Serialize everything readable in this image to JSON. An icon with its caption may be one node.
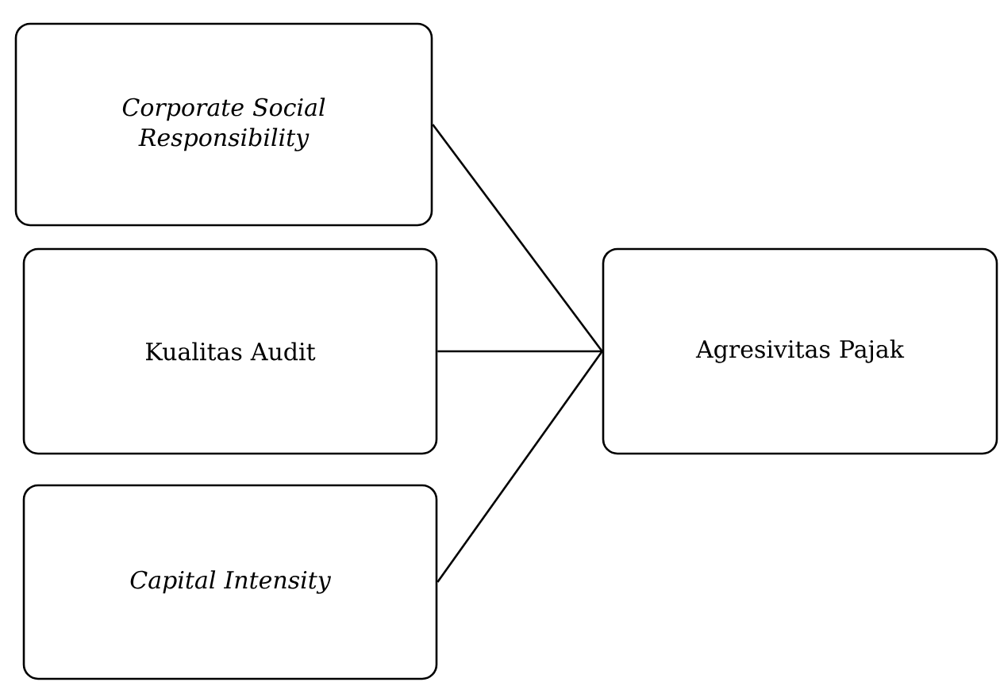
{
  "diagram": {
    "nodes": [
      {
        "text": [
          "Corporate Social Responsibility"
        ]
      },
      {
        "text": [
          "Kualitas Audit"
        ]
      },
      {
        "text": [
          "Capital Intensity"
        ]
      },
      {
        "text": [
          "Agresivitas Pajak"
        ]
      }
    ],
    "edges": [
      {
        "from": 0,
        "to": 3,
        "arrow": "none"
      },
      {
        "from": 1,
        "to": 3,
        "arrow": "none"
      },
      {
        "from": 2,
        "to": 3,
        "arrow": "none"
      }
    ]
  }
}
